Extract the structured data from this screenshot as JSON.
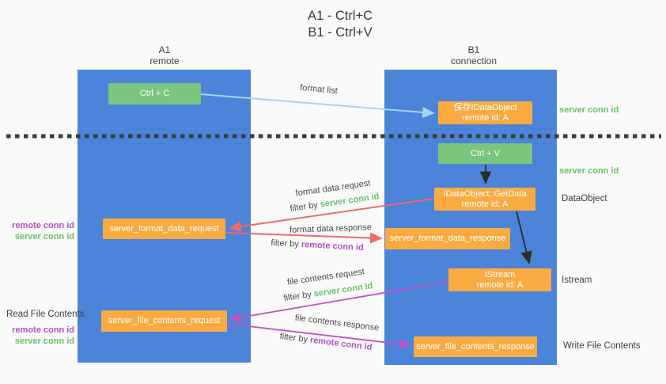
{
  "title": {
    "line1": "A1 - Ctrl+C",
    "line2": "B1 - Ctrl+V"
  },
  "columns": {
    "left": {
      "name": "A1",
      "subtitle": "remote"
    },
    "right": {
      "name": "B1",
      "subtitle": "connection"
    }
  },
  "boxes": {
    "ctrl_c": "Ctrl + C",
    "save_idataobject": {
      "line1": "保存IDataObject",
      "line2": "remote id: A"
    },
    "ctrl_v": "Ctrl + V",
    "getdata": {
      "line1": "IDataObject::GetData",
      "line2": "remote id: A"
    },
    "format_request": "server_format_data_request",
    "format_response": "server_format_data_response",
    "istream": {
      "line1": "IStream",
      "line2": "remote id: A"
    },
    "file_request": "server_file_contents_request",
    "file_response": "server_file_contents_response"
  },
  "arrow_labels": {
    "format_list": "format list",
    "format_data_request": "format data request",
    "format_data_response": "format data response",
    "file_contents_request": "file contents request",
    "file_contents_response": "file contents response",
    "filter_by": "filter by ",
    "server_conn_id": "server conn id",
    "remote_conn_id": "remote conn id"
  },
  "side_labels": {
    "server_conn_id_top": "server conn id",
    "server_conn_id_mid": "server conn id",
    "dataobject": "DataObject",
    "istream": "Istream",
    "write_file_contents": "Write File Contents",
    "read_file_contents": "Read File Contents",
    "remote_conn_id": "remote conn id",
    "server_conn_id": "server conn id"
  },
  "colors": {
    "lifeline_blue": "#4c84d9",
    "action_green": "#7cc57e",
    "object_orange": "#f9ab42",
    "server_conn_green": "#6abf69",
    "remote_conn_purple": "#b44fc8",
    "format_arrow_red": "#ee6a6a",
    "file_arrow_magenta": "#bd53c4",
    "format_list_arrow_blue": "#a9d3f2"
  }
}
